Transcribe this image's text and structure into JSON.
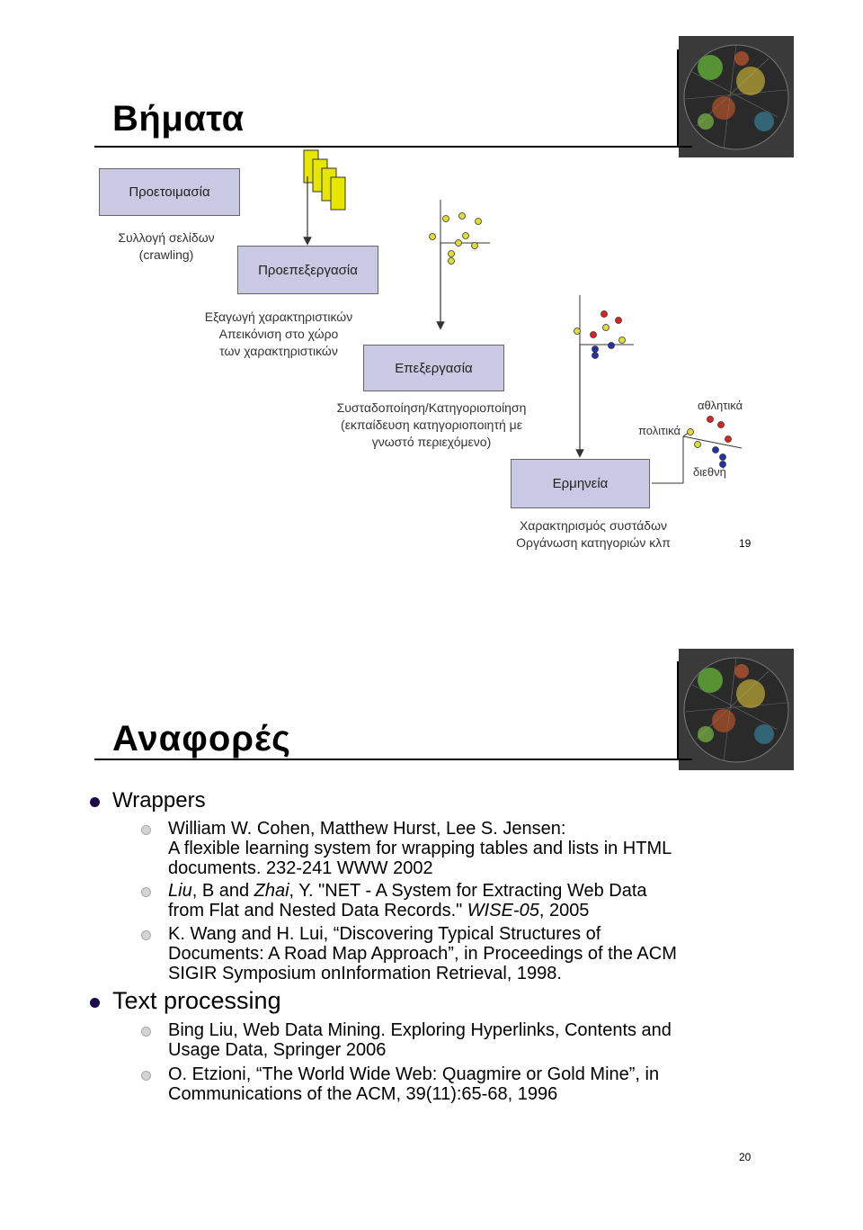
{
  "slide19": {
    "title": "Βήματα",
    "box_prep": "Προετοιμασία",
    "crawl_line1": "Συλλογή σελίδων",
    "crawl_line2": "(crawling)",
    "box_preprocess": "Προεπεξεργασία",
    "feat_line1": "Εξαγωγή χαρακτηριστικών",
    "feat_line2": "Απεικόνιση στο χώρο",
    "feat_line3": "των χαρακτηριστικών",
    "box_process": "Επεξεργασία",
    "clust_line1": "Συσταδοποίηση/Κατηγοριοποίηση",
    "clust_line2": "(εκπαίδευση κατηγοριοποιητή με",
    "clust_line3": "γνωστό περιεχόμενο)",
    "label_politics": "πολιτικά",
    "label_sports": "αθλητικά",
    "label_intl": "διεθνή",
    "box_interpret": "Ερμηνεία",
    "char_line1": "Χαρακτηρισμός συστάδων",
    "char_line2": "Οργάνωση κατηγοριών κλπ",
    "page_number": "19",
    "icons": {
      "documents": "document-stack-icon",
      "globe": "globe-network-icon"
    },
    "colors": {
      "box_fill": "#c9c9e3",
      "doc_fill": "#e6e600",
      "point_yellow": "#dddd33",
      "point_red": "#dd2222",
      "point_blue": "#2233aa"
    }
  },
  "slide20": {
    "title": "Αναφορές",
    "section_wrappers": "Wrappers",
    "ref1": {
      "line1": "William W. Cohen, Matthew Hurst, Lee S. Jensen:",
      "line2": "A flexible learning system for wrapping tables and lists in HTML",
      "line3": "documents. 232-241 WWW 2002"
    },
    "ref2": {
      "author1": "Liu",
      "and": ", B and ",
      "author2": "Zhai",
      "rest1": ", Y. \"NET - A System for Extracting Web Data",
      "line2a": "from Flat and Nested Data Records.\" ",
      "venue": "WISE-05",
      "year": ", 2005"
    },
    "ref3": {
      "line1": "K. Wang and H. Lui, “Discovering Typical Structures of",
      "line2": "Documents: A Road Map Approach”, in Proceedings of the ACM",
      "line3": "SIGIR Symposium onInformation Retrieval, 1998."
    },
    "section_text": "Text processing",
    "ref4": {
      "line1": "Bing Liu, Web Data Mining. Exploring Hyperlinks, Contents and",
      "line2": "Usage Data, Springer 2006"
    },
    "ref5": {
      "line1": "O. Etzioni, “The World Wide Web: Quagmire or Gold Mine”, in",
      "line2": "Communications of the ACM, 39(11):65-68, 1996"
    },
    "page_number": "20"
  }
}
